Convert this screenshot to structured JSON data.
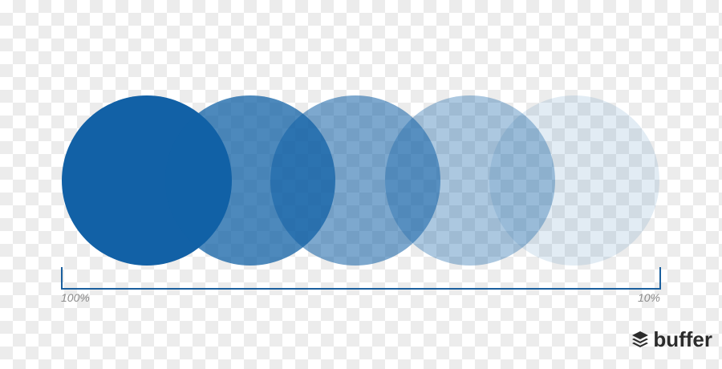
{
  "opacity_scale": {
    "start_label": "100%",
    "end_label": "10%"
  },
  "circles": [
    {
      "opacity": 1.0,
      "color": "#1261a6"
    },
    {
      "opacity": 0.75,
      "color": "#1261a6"
    },
    {
      "opacity": 0.55,
      "color": "#1261a6"
    },
    {
      "opacity": 0.35,
      "color": "#1261a6"
    },
    {
      "opacity": 0.12,
      "color": "#1261a6"
    }
  ],
  "brand": {
    "name": "buffer",
    "icon": "buffer-stack-icon"
  },
  "colors": {
    "accent": "#1261a6",
    "scale_line": "#1a5f9e",
    "label_text": "#8a8a8a",
    "brand_text": "#2b2b2b"
  }
}
